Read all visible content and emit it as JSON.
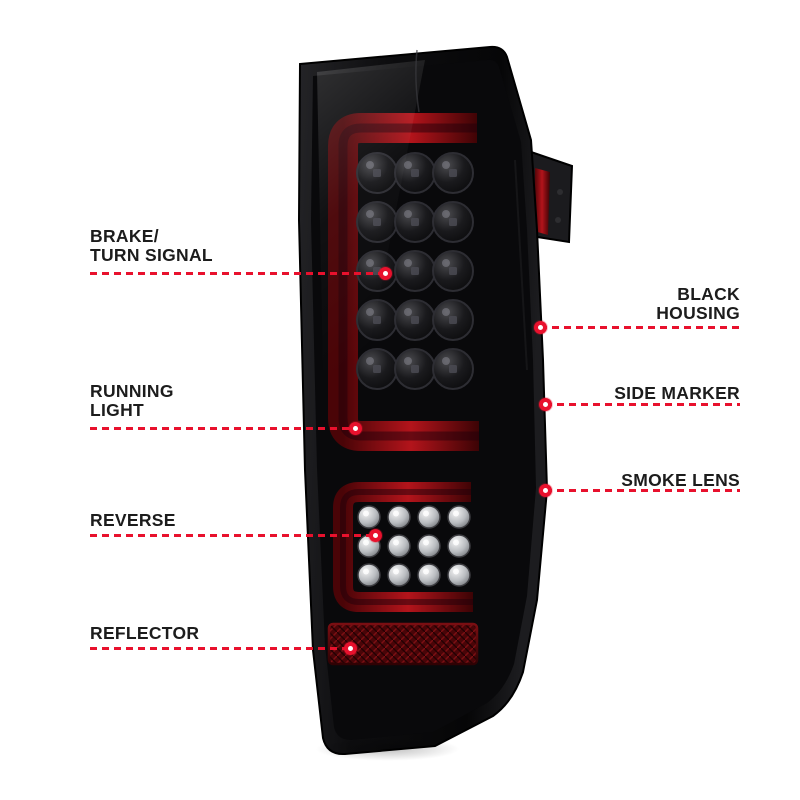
{
  "diagram": {
    "colors": {
      "accent": "#e8112d",
      "housing_black": "#0b0b0d",
      "light_bar_red": "#b3141b",
      "reflector_red": "#4a0508",
      "reverse_led_gray": "#b9bcc0",
      "label_text": "#1c1c1c"
    },
    "callouts": [
      {
        "id": "brake-turn-signal",
        "side": "left",
        "label": "BRAKE/\nTURN SIGNAL"
      },
      {
        "id": "running-light",
        "side": "left",
        "label": "RUNNING\nLIGHT"
      },
      {
        "id": "reverse",
        "side": "left",
        "label": "REVERSE"
      },
      {
        "id": "reflector",
        "side": "left",
        "label": "REFLECTOR"
      },
      {
        "id": "black-housing",
        "side": "right",
        "label": "BLACK\nHOUSING"
      },
      {
        "id": "side-marker",
        "side": "right",
        "label": "SIDE MARKER"
      },
      {
        "id": "smoke-lens",
        "side": "right",
        "label": "SMOKE LENS"
      }
    ]
  }
}
